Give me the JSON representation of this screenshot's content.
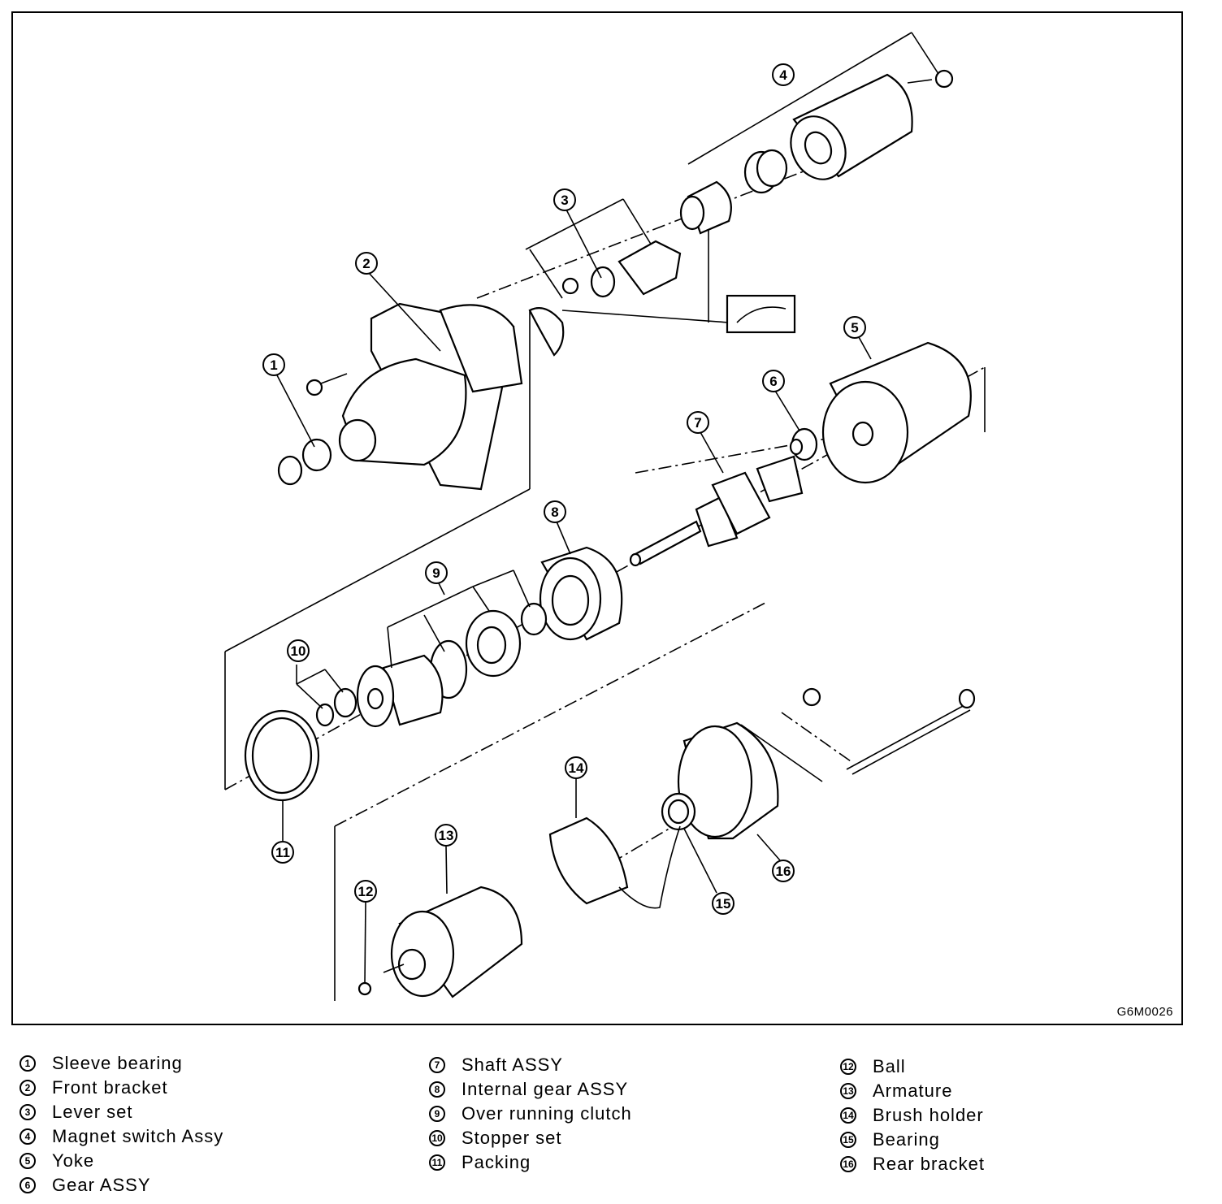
{
  "figure": {
    "code": "G6M0026",
    "callouts": [
      "1",
      "2",
      "3",
      "4",
      "5",
      "6",
      "7",
      "8",
      "9",
      "10",
      "11",
      "12",
      "13",
      "14",
      "15",
      "16"
    ]
  },
  "legend": {
    "col1": [
      {
        "num": "1",
        "label": "Sleeve bearing"
      },
      {
        "num": "2",
        "label": "Front bracket"
      },
      {
        "num": "3",
        "label": "Lever set"
      },
      {
        "num": "4",
        "label": "Magnet switch Assy"
      },
      {
        "num": "5",
        "label": "Yoke"
      },
      {
        "num": "6",
        "label": "Gear ASSY"
      }
    ],
    "col2": [
      {
        "num": "7",
        "label": "Shaft ASSY"
      },
      {
        "num": "8",
        "label": "Internal gear ASSY"
      },
      {
        "num": "9",
        "label": "Over running clutch"
      },
      {
        "num": "10",
        "label": "Stopper set"
      },
      {
        "num": "11",
        "label": "Packing"
      }
    ],
    "col3": [
      {
        "num": "12",
        "label": "Ball"
      },
      {
        "num": "13",
        "label": "Armature"
      },
      {
        "num": "14",
        "label": "Brush holder"
      },
      {
        "num": "15",
        "label": "Bearing"
      },
      {
        "num": "16",
        "label": "Rear bracket"
      }
    ]
  }
}
